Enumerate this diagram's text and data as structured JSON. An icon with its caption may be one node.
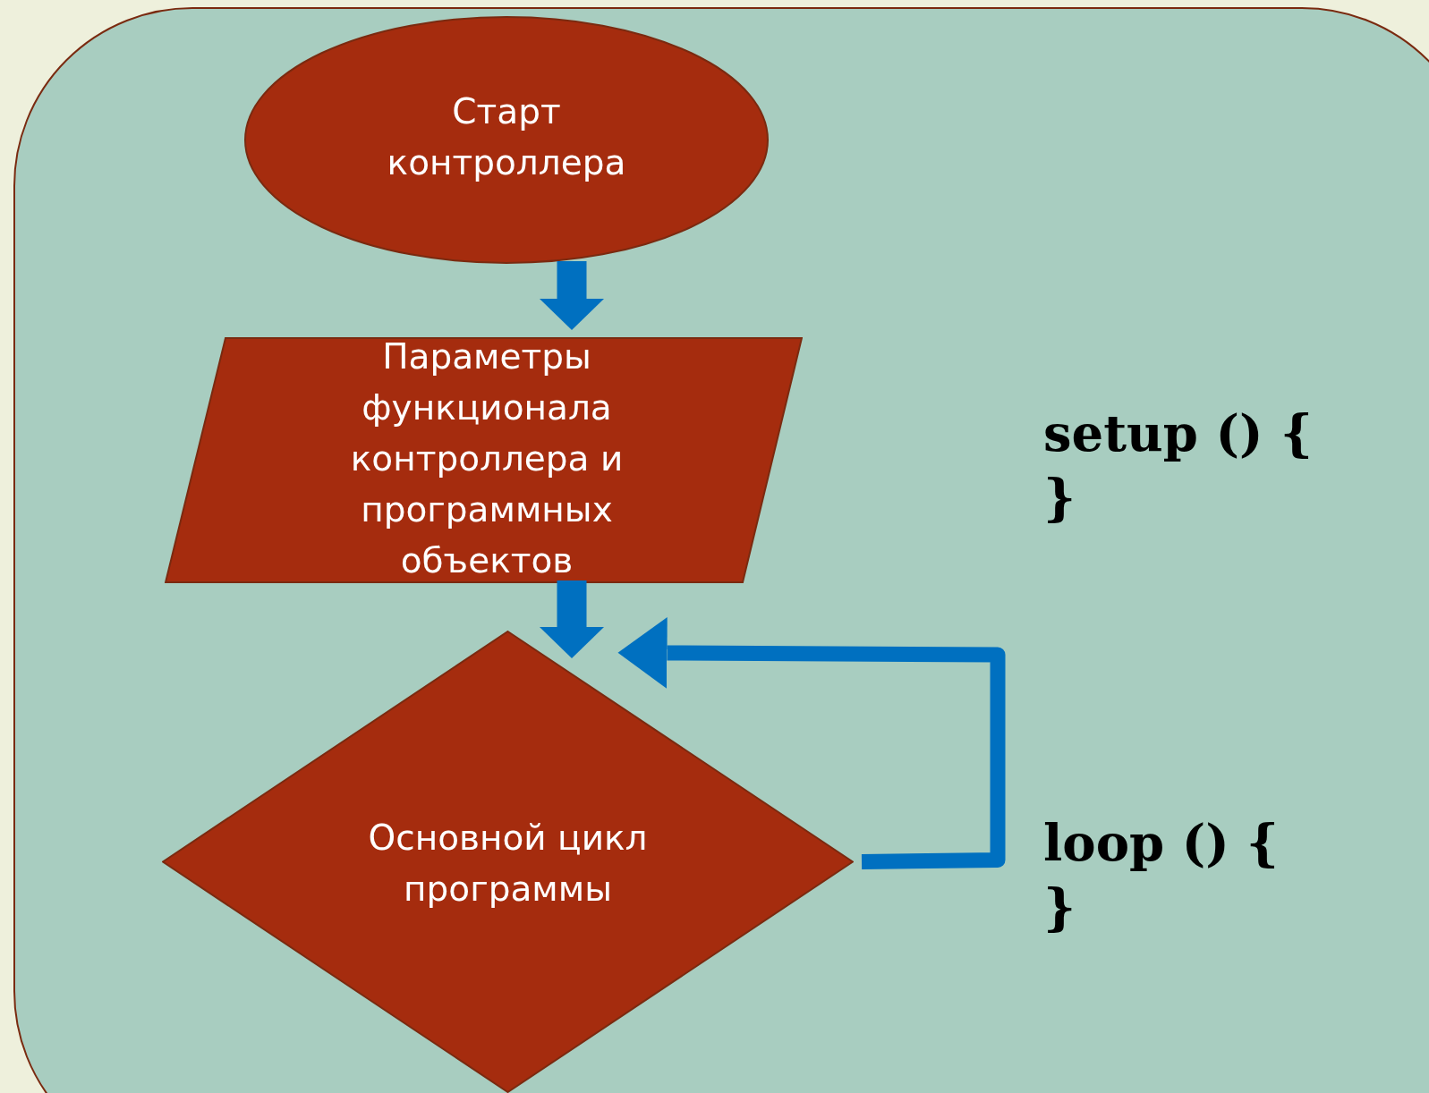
{
  "diagram": {
    "nodes": [
      {
        "text": [
          "Старт контроллера"
        ]
      },
      {
        "text": [
          "Параметры функционала контроллера и программных объектов"
        ]
      },
      {
        "text": [
          "Основной цикл программы"
        ]
      }
    ],
    "edges": [
      {
        "from": 0,
        "to": 1,
        "arrow": "to"
      },
      {
        "from": 1,
        "to": 2,
        "arrow": "to"
      },
      {
        "from": 2,
        "to": 2,
        "arrow": "to"
      }
    ],
    "labels": [
      "setup () {",
      "}",
      "loop () {",
      "}"
    ]
  }
}
